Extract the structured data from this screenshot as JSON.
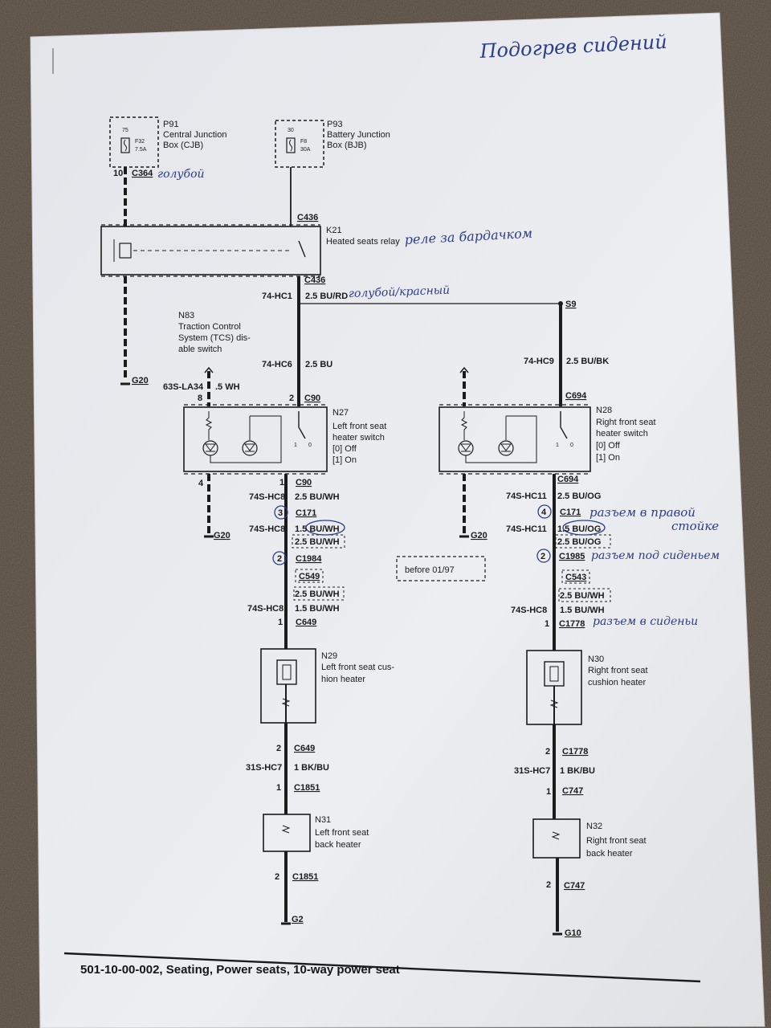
{
  "title_note": "Подогрев сидений",
  "footer": "501-10-00-002, Seating, Power seats, 10-way power seat",
  "components": {
    "p91": {
      "id": "P91",
      "line1": "Central Junction",
      "line2": "Box (CJB)",
      "pin": "75",
      "fuse": "F32",
      "rating": "7.5A"
    },
    "p93": {
      "id": "P93",
      "line1": "Battery Junction",
      "line2": "Box (BJB)",
      "pin": "30",
      "fuse": "F8",
      "rating": "30A"
    },
    "k21": {
      "id": "K21",
      "label": "Heated seats relay"
    },
    "n83": {
      "id": "N83",
      "line1": "Traction Control",
      "line2": "System (TCS) dis-",
      "line3": "able switch"
    },
    "n27": {
      "id": "N27",
      "line1": "Left front seat",
      "line2": "heater switch",
      "line3": "[0] Off",
      "line4": "[1] On",
      "pos1": "1",
      "pos0": "0"
    },
    "n28": {
      "id": "N28",
      "line1": "Right front seat",
      "line2": "heater switch",
      "line3": "[0] Off",
      "line4": "[1] On",
      "pos1": "1",
      "pos0": "0"
    },
    "n29": {
      "id": "N29",
      "line1": "Left front seat cus-",
      "line2": "hion heater"
    },
    "n30": {
      "id": "N30",
      "line1": "Right front seat",
      "line2": "cushion heater"
    },
    "n31": {
      "id": "N31",
      "line1": "Left front seat",
      "line2": "back heater"
    },
    "n32": {
      "id": "N32",
      "line1": "Right front seat",
      "line2": "back heater"
    },
    "before": "before 01/97"
  },
  "connectors": {
    "c364": "C364",
    "c436a": "C436",
    "c436b": "C436",
    "s9": "S9",
    "c90a": "C90",
    "c90b": "C90",
    "c694a": "C694",
    "c694b": "C694",
    "c171l": "C171",
    "c171r": "C171",
    "c1984": "C1984",
    "c1985": "C1985",
    "c549": "C549",
    "c543": "C543",
    "c649a": "C649",
    "c649b": "C649",
    "c1778a": "C1778",
    "c1778b": "C1778",
    "c1851a": "C1851",
    "c1851b": "C1851",
    "c747a": "C747",
    "c747b": "C747",
    "g20a": "G20",
    "g20b": "G20",
    "g20c": "G20",
    "g2": "G2",
    "g10": "G10"
  },
  "pins": {
    "p10": "10",
    "p8": "8",
    "p2": "2",
    "p4": "4",
    "pn27o": "1",
    "pl3": "3",
    "pl2": "2",
    "pl1": "1",
    "pl2b": "2",
    "pl1b": "1",
    "pl2c": "2",
    "pr4": "4",
    "pr2": "2",
    "pr1": "1",
    "pr2b": "2",
    "pr1b": "1",
    "pr2c": "2"
  },
  "wires": {
    "w1": {
      "circuit": "74-HC1",
      "spec": "2.5 BU/RD"
    },
    "w2": {
      "circuit": "74-HC6",
      "spec": "2.5 BU"
    },
    "w3": {
      "circuit": "74-HC9",
      "spec": "2.5 BU/BK"
    },
    "w4": {
      "circuit": "63S-LA34",
      "spec": ".5 WH"
    },
    "w5": {
      "circuit": "74S-HC8",
      "spec": "2.5 BU/WH"
    },
    "w6": {
      "circuit": "74S-HC8",
      "spec": "1.5 BU/WH",
      "alt": "2.5 BU/WH"
    },
    "w7": {
      "circuit": "74S-HC8",
      "spec": "1.5 BU/WH",
      "alt": "2.5 BU/WH"
    },
    "w8": {
      "circuit": "31S-HC7",
      "spec": "1 BK/BU"
    },
    "w9": {
      "circuit": "74S-HC11",
      "spec": "2.5 BU/OG"
    },
    "w10": {
      "circuit": "74S-HC11",
      "spec": "1.5 BU/OG",
      "alt": "2.5 BU/OG"
    },
    "w11": {
      "circuit": "74S-HC8",
      "spec": "1.5 BU/WH",
      "alt": "2.5 BU/WH"
    },
    "w12": {
      "circuit": "31S-HC7",
      "spec": "1 BK/BU"
    }
  },
  "notes": {
    "n1": "голубой",
    "n2": "реле за бардачком",
    "n3": "голубой/красный",
    "n4a": "разъем в правой",
    "n4b": "стойке",
    "n5": "разъем под сиденьем",
    "n6": "разъем в сиденьи"
  },
  "colors": {
    "ink": "#1b1b1b",
    "pen": "#2c3d8c",
    "paper": "#e8e9ec",
    "ground": "#4a4036"
  }
}
